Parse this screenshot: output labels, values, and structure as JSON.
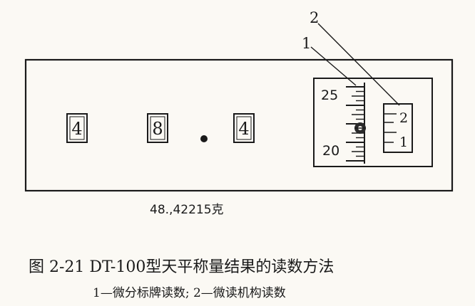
{
  "digits": [
    "4",
    "8",
    "4"
  ],
  "scale": {
    "top_label": "25",
    "bottom_label": "20"
  },
  "micro": {
    "upper": "2",
    "lower": "1"
  },
  "leaders": {
    "first": "1",
    "second": "2"
  },
  "reading": "48.,42215克",
  "caption": {
    "title": "图  2-21   DT-100型天平称量结果的读数方法",
    "subtitle": "1—微分标牌读数; 2—微读机构读数"
  }
}
